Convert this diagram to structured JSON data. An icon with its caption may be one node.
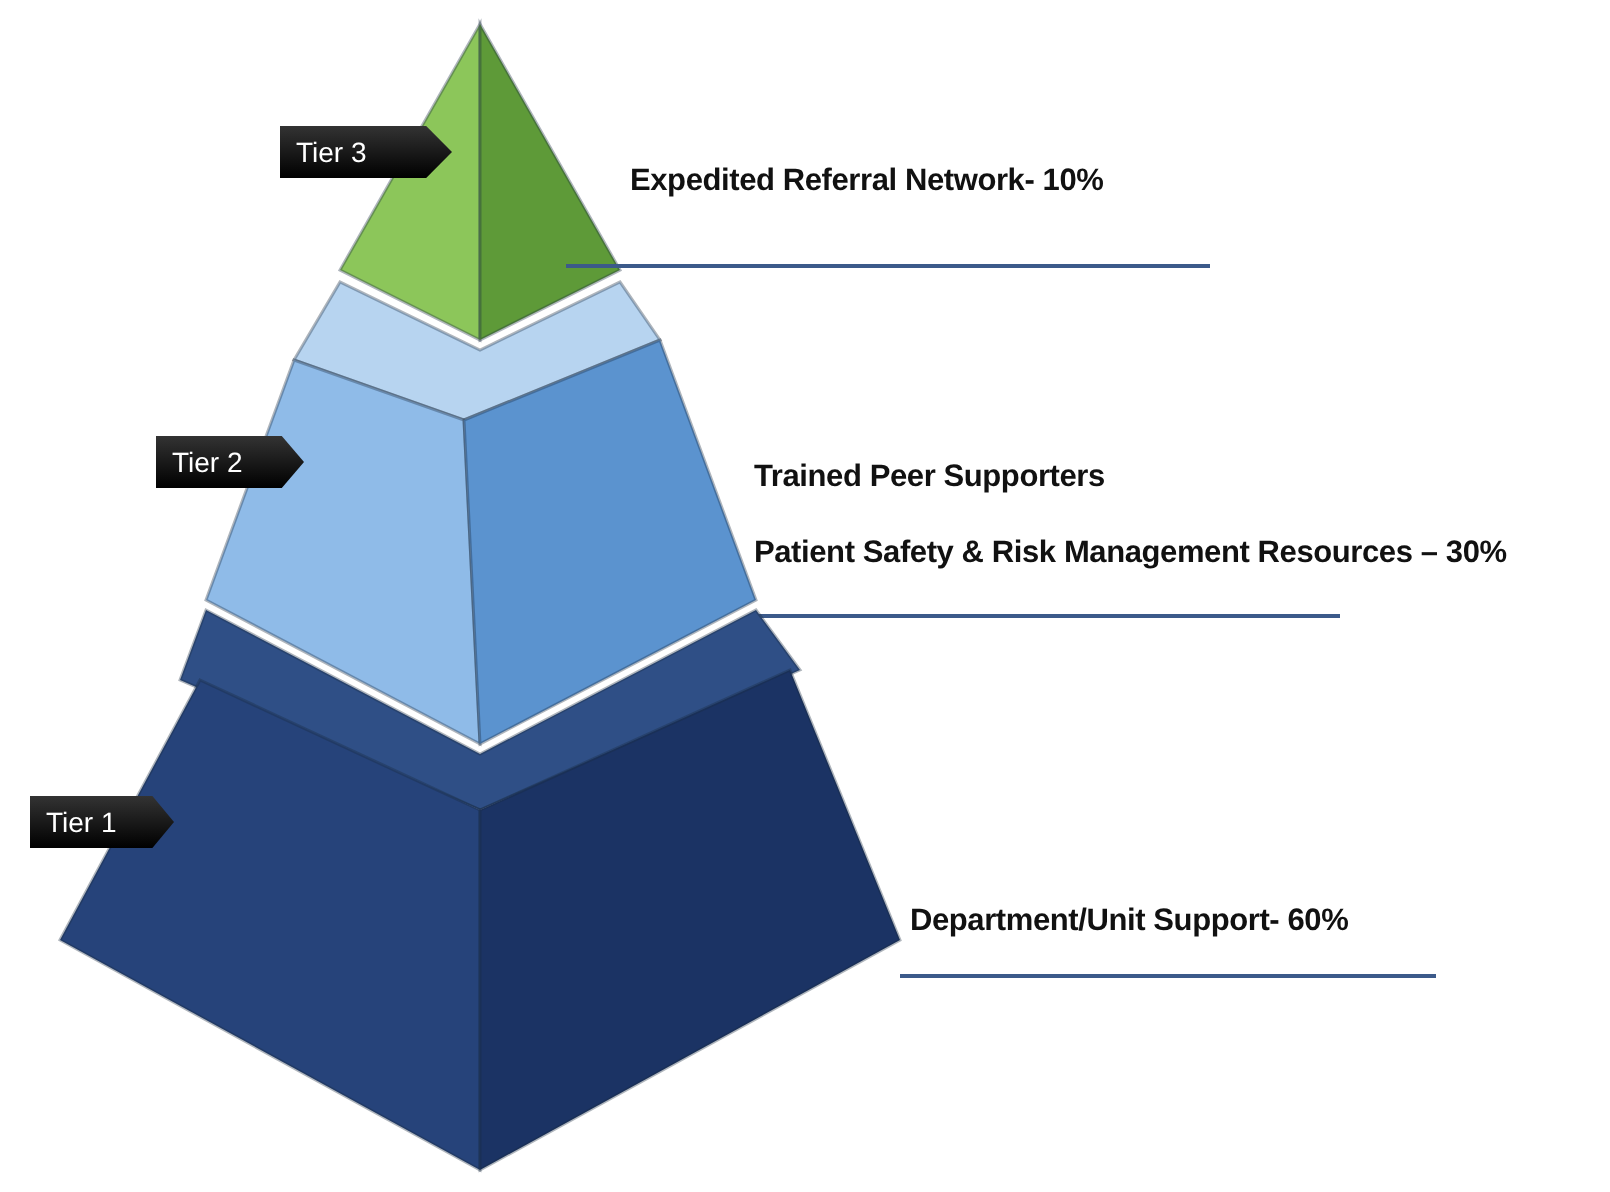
{
  "diagram": {
    "nodes": [
      {
        "text": [
          "Tier 3"
        ]
      },
      {
        "text": [],
        "shape": "pyramid",
        "beside": [
          "Expedited Referral Network- 10%"
        ]
      },
      {
        "text": [
          "Tier 2"
        ]
      },
      {
        "text": [],
        "shape": "frustum",
        "beside": [
          "Trained Peer Supporters",
          "Patient Safety & Risk Management Resources – 30%"
        ]
      },
      {
        "text": [
          "Tier 1"
        ]
      },
      {
        "text": [],
        "shape": "frustum",
        "beside": [
          "Department/Unit Support- 60%"
        ]
      }
    ]
  }
}
